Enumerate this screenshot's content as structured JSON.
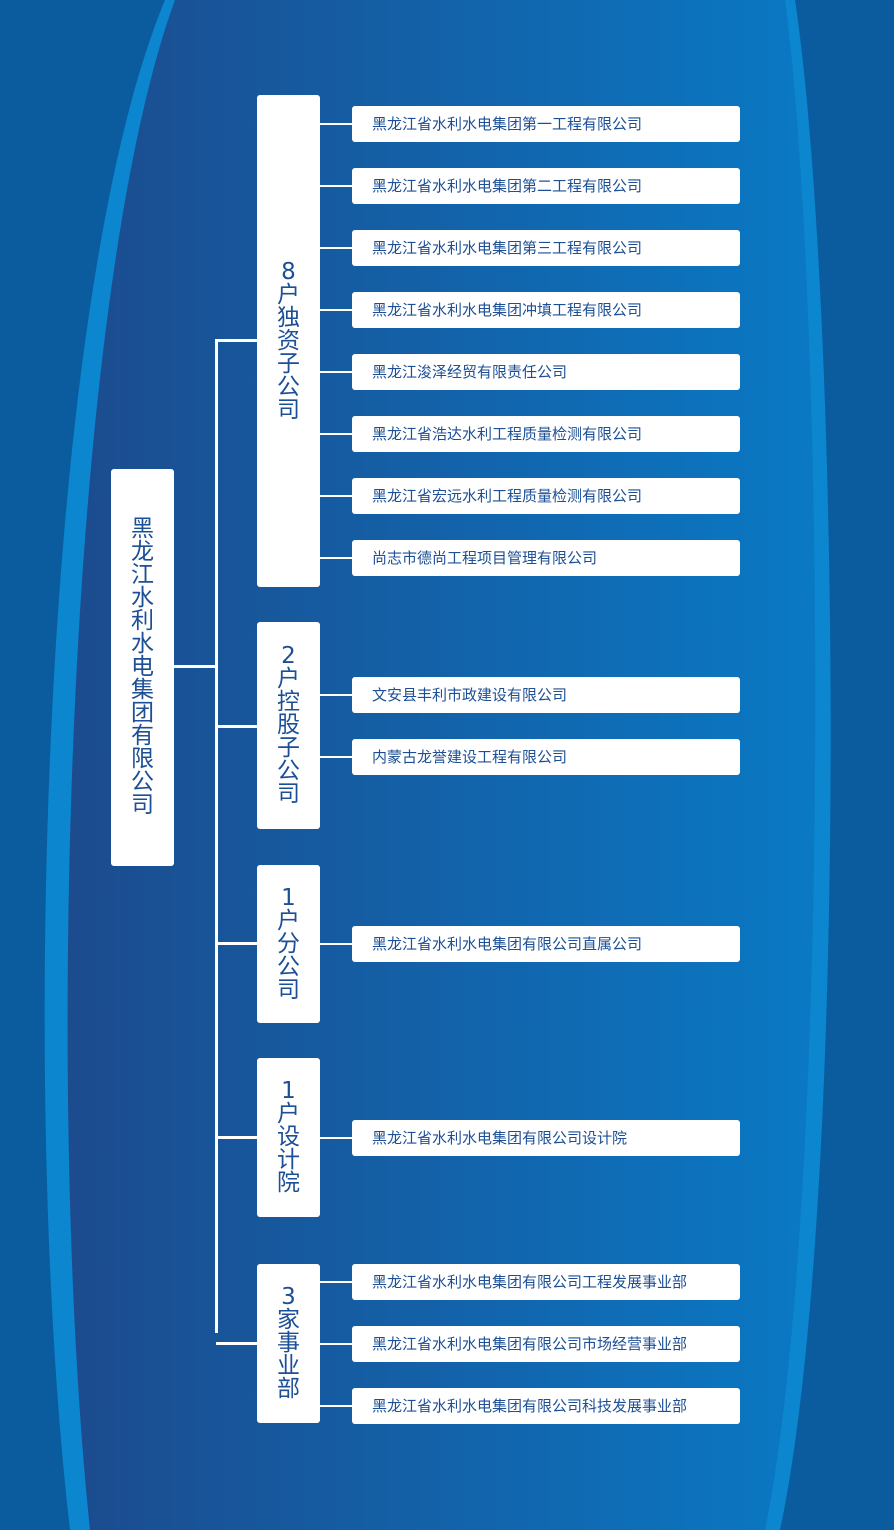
{
  "root": {
    "label": "黑龙江水利水电集团有限公司"
  },
  "groups": [
    {
      "label": "8户独资子公司",
      "items": [
        "黑龙江省水利水电集团第一工程有限公司",
        "黑龙江省水利水电集团第二工程有限公司",
        "黑龙江省水利水电集团第三工程有限公司",
        "黑龙江省水利水电集团冲填工程有限公司",
        "黑龙江浚泽经贸有限责任公司",
        "黑龙江省浩达水利工程质量检测有限公司",
        "黑龙江省宏远水利工程质量检测有限公司",
        "尚志市德尚工程项目管理有限公司"
      ]
    },
    {
      "label": "2户控股子公司",
      "items": [
        "文安县丰利市政建设有限公司",
        "内蒙古龙誉建设工程有限公司"
      ]
    },
    {
      "label": "1户分公司",
      "items": [
        "黑龙江省水利水电集团有限公司直属公司"
      ]
    },
    {
      "label": "1户设计院",
      "items": [
        "黑龙江省水利水电集团有限公司设计院"
      ]
    },
    {
      "label": "3家事业部",
      "items": [
        "黑龙江省水利水电集团有限公司工程发展事业部",
        "黑龙江省水利水电集团有限公司市场经营事业部",
        "黑龙江省水利水电集团有限公司科技发展事业部"
      ]
    }
  ],
  "colors": {
    "background_dark": "#1d4a8c",
    "background_light": "#0a78c2",
    "box": "#ffffff",
    "text": "#1c4f95"
  }
}
